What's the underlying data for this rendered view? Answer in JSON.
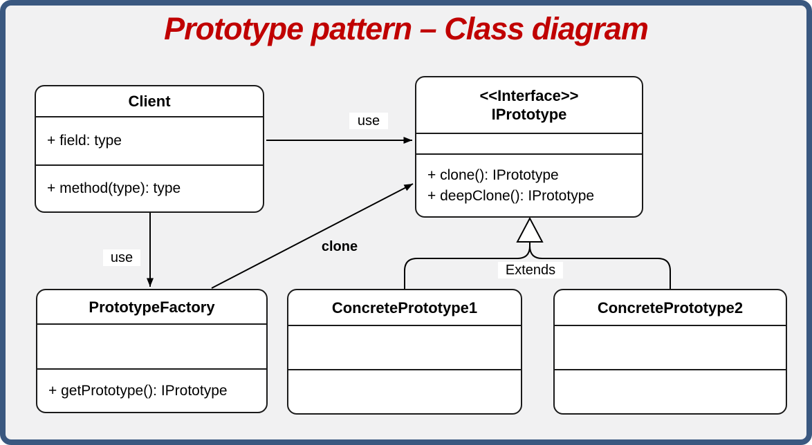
{
  "title": "Prototype pattern – Class diagram",
  "colors": {
    "title_text": "#C00000",
    "frame_border": "#3A5880",
    "canvas_background": "#F1F1F2",
    "box_fill": "#FFFFFF",
    "line": "#000000"
  },
  "classes": [
    {
      "name": "Client",
      "stereotype": "",
      "fields": [
        "+ field: type"
      ],
      "methods": [
        "+ method(type): type"
      ]
    },
    {
      "name": "IPrototype",
      "stereotype": "<<Interface>>",
      "fields": [],
      "methods": [
        "+ clone(): IPrototype",
        "+ deepClone(): IPrototype"
      ]
    },
    {
      "name": "PrototypeFactory",
      "stereotype": "",
      "fields": [],
      "methods": [
        "+ getPrototype(): IPrototype"
      ]
    },
    {
      "name": "ConcretePrototype1",
      "stereotype": "",
      "fields": [],
      "methods": []
    },
    {
      "name": "ConcretePrototype2",
      "stereotype": "",
      "fields": [],
      "methods": []
    }
  ],
  "relationships": [
    {
      "type": "dependency-arrow",
      "label": "use",
      "from": "Client",
      "to": "IPrototype"
    },
    {
      "type": "dependency-arrow",
      "label": "use",
      "from": "Client",
      "to": "PrototypeFactory"
    },
    {
      "type": "dependency-arrow",
      "label": "clone",
      "from": "PrototypeFactory",
      "to": "IPrototype"
    },
    {
      "type": "generalization",
      "label": "Extends",
      "from": "ConcretePrototype1, ConcretePrototype2",
      "to": "IPrototype"
    }
  ]
}
